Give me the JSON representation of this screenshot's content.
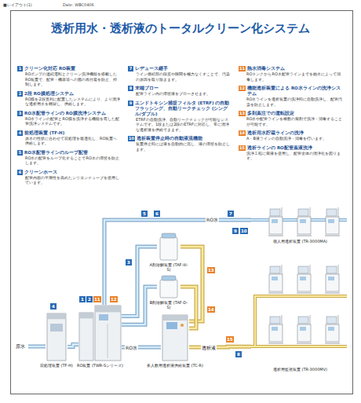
{
  "diagram": {
    "title": "透析用水・透析液のトータルクリーン化システム",
    "nodes": [
      {
        "text": [
          "前処理装置 (TF-H)"
        ]
      },
      {
        "text": [
          "RO装置 (TWR-Sシリーズ)"
        ]
      },
      {
        "text": [
          "A剤溶解装置 (TAF-III-S)"
        ]
      },
      {
        "text": [
          "B剤溶解装置 (TAF-D-S)"
        ]
      },
      {
        "text": [
          "多人数用透析液供給装置 (TC-R)"
        ]
      },
      {
        "text": [
          "個人用透析装置 (TR-3000MA)"
        ]
      },
      {
        "text": [
          "透析用監視装置 (TR-3000MV)"
        ]
      }
    ],
    "edges": [
      {
        "from": 0,
        "to": 1,
        "arrow": "none"
      },
      {
        "from": 1,
        "to": 4,
        "label": "RO水",
        "arrow": "none"
      },
      {
        "from": 1,
        "to": 2,
        "arrow": "none"
      },
      {
        "from": 1,
        "to": 3,
        "arrow": "none"
      },
      {
        "from": 2,
        "to": 4,
        "arrow": "none"
      },
      {
        "from": 3,
        "to": 4,
        "arrow": "none"
      },
      {
        "from": 1,
        "to": 5,
        "arrow": "none"
      },
      {
        "from": 4,
        "to": 6,
        "label": "透析液",
        "arrow": "none"
      }
    ],
    "labels": [
      "■レイアウト(1)",
      "Date: WBC0406",
      "1",
      "クリーン化対応 RO装置",
      "ROポンプの連続運転とクリーン洗浄機能を搭載したRO装置で、配管・機器等への菌の再付着を防止、抑制します。",
      "2",
      "2段 RO膜処理システム",
      "RO膜を2段直列に配置したシステムにより、より清浄な透析用水を精製し、供給します。",
      "3",
      "RO水配管ラインの RO膜洗浄システム",
      "RO水ラインの配管とRO膜を洗浄する機能を有した配管洗浄システムです。",
      "4",
      "前処理装置 (TF-H)",
      "原水の性状に合わせて前処理を最適化し、RO装置へ供給します。",
      "5",
      "RO水配管ラインのループ配管",
      "RO水の配管をループ化することでRO水の滞留を防止します。",
      "6",
      "クリーンホース",
      "配管内面の平滑性を高めたシリコンチューブを使用しています。",
      "7",
      "レデュース継手",
      "ライン接続部の段差や隙間を極力なくすことで、汚染の原因を取り除きます。",
      "8",
      "末端ブロー",
      "配管ライン内の滞留液をブローさせます。",
      "9",
      "エンドトキシン捕捉フィルタ (ETRF) の自動フラッシング、自動リークチェック (シングル/ダブル)",
      "ETRFの自動洗浄、自動リークチェックが可能なシステムです。1段または2段のETRFに対応し、常に清浄な透析液を供給できます。",
      "10",
      "透析装置停止時の自動液流機能",
      "装置停止時には液を自動的に流し、液の滞留を防止します。",
      "11",
      "熱水消毒システム",
      "ROタンクからRO水配管ラインまでを熱水によって消毒します。",
      "12",
      "機能透析装置による RO水ラインの洗浄システム",
      "RO水ラインを透析装置の洗浄時に自動洗浄し、配管汚染を防止します。",
      "13",
      "多剤薬注での運転設定",
      "RO水や配管ラインを複数の薬剤で洗浄・消毒することが可能です。",
      "14",
      "透析用水貯蔵ラインの洗浄",
      "A・B液ラインの自動洗浄・消毒を行います。",
      "15",
      "透析ラインの RO配管薬液洗浄",
      "洗浄工程に薬液を使用し、配管全体の清浄化を図ります。",
      "原水",
      "RO水",
      "4",
      "1",
      "2",
      "11",
      "12",
      "3",
      "5",
      "6",
      "7",
      "9",
      "10",
      "13",
      "14",
      "15",
      "8"
    ]
  }
}
